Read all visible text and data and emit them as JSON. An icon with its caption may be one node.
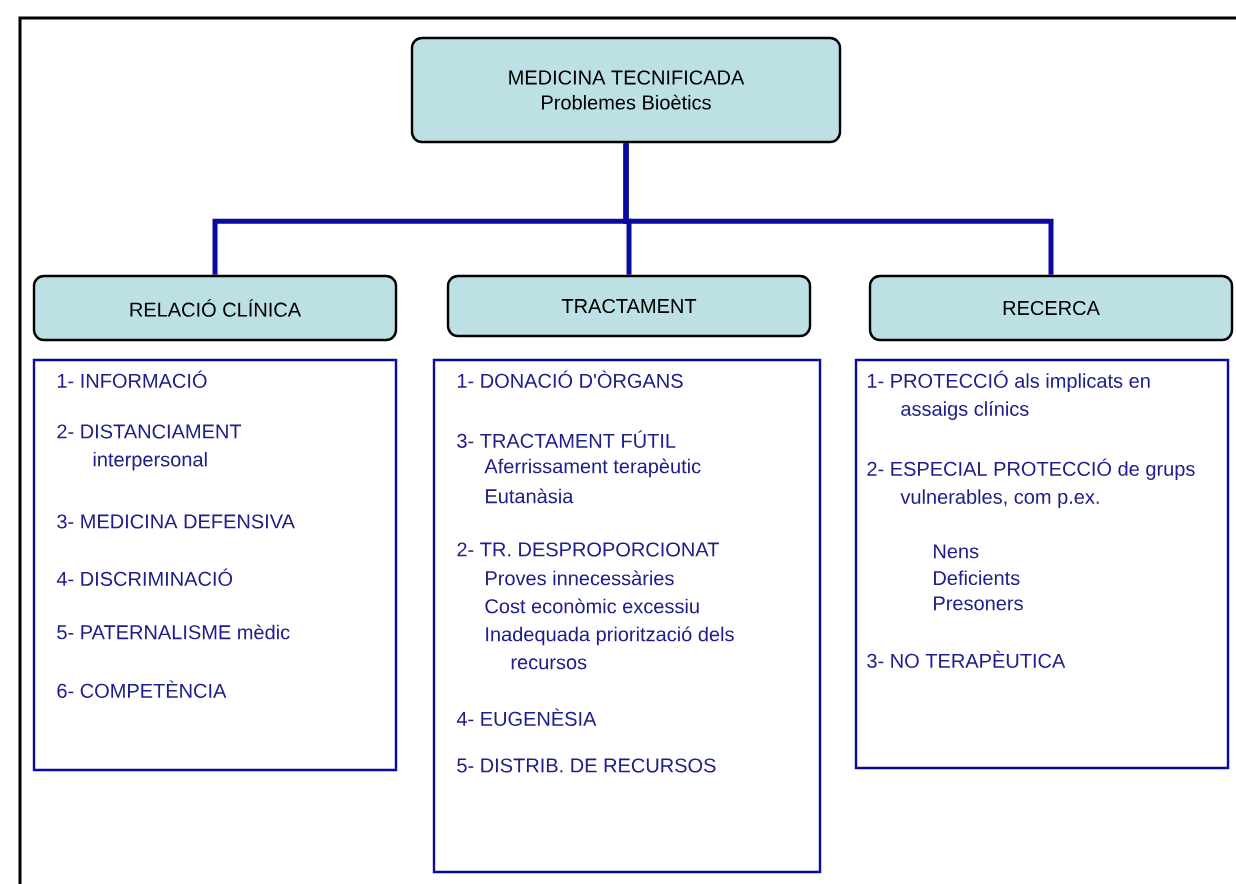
{
  "diagram": {
    "nodes": [
      {
        "text": [
          "MEDICINA TECNIFICADA",
          "Problemes Bioètics"
        ]
      },
      {
        "text": [
          "RELACIÓ CLÍNICA"
        ]
      },
      {
        "text": [
          "TRACTAMENT"
        ]
      },
      {
        "text": [
          "RECERCA"
        ]
      },
      {
        "text": [
          "1- INFORMACIÓ",
          "2- DISTANCIAMENT interpersonal",
          "3- MEDICINA DEFENSIVA",
          "4- DISCRIMINACIÓ",
          "5- PATERNALISME mèdic",
          "6- COMPETÈNCIA"
        ]
      },
      {
        "text": [
          "1- DONACIÓ D'ÒRGANS",
          "3- TRACTAMENT FÚTIL",
          "Aferrissament terapèutic",
          "Eutanàsia",
          "2- TR. DESPROPORCIONAT",
          "Proves innecessàries",
          "Cost econòmic excessiu",
          "Inadequada priorització dels recursos",
          "4- EUGENÈSIA",
          "5- DISTRIB. DE RECURSOS"
        ]
      },
      {
        "text": [
          "1- PROTECCIÓ als implicats en assaigs clínics",
          "2- ESPECIAL PROTECCIÓ de grups vulnerables, com p.ex.",
          "Nens",
          "Deficients",
          "Presoners",
          "3- NO TERAPÈUTICA"
        ]
      }
    ],
    "edges": [
      {
        "from": 0,
        "to": 1,
        "arrow": "none"
      },
      {
        "from": 0,
        "to": 2,
        "arrow": "none"
      },
      {
        "from": 0,
        "to": 3,
        "arrow": "none"
      }
    ]
  }
}
